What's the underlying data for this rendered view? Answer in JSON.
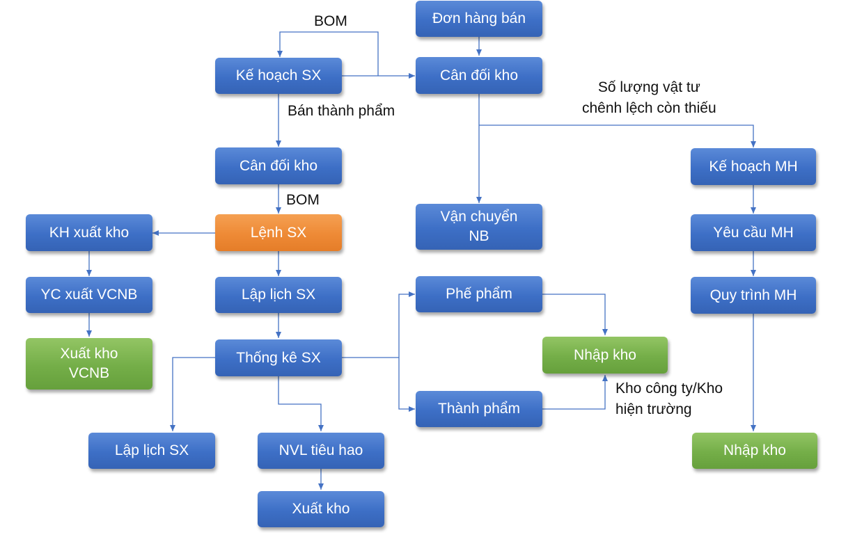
{
  "nodes": {
    "don_hang_ban": "Đơn hàng bán",
    "ke_hoach_sx": "Kế hoạch SX",
    "can_doi_kho_top": "Cân đối kho",
    "can_doi_kho_left": "Cân đối kho",
    "lenh_sx": "Lệnh SX",
    "kh_xuat_kho": "KH xuất kho",
    "yc_xuat_vcnb": "YC xuất VCNB",
    "xuat_kho_vcnb": "Xuất kho\nVCNB",
    "lap_lich_sx_center": "Lập lịch SX",
    "thong_ke_sx": "Thống kê SX",
    "lap_lich_sx_bottom": "Lập lịch SX",
    "nvl_tieu_hao": "NVL tiêu hao",
    "xuat_kho": "Xuất kho",
    "van_chuyen_nb": "Vận chuyển\nNB",
    "phe_pham": "Phế phẩm",
    "thanh_pham": "Thành phẩm",
    "nhap_kho_center": "Nhập kho",
    "ke_hoach_mh": "Kế hoạch MH",
    "yeu_cau_mh": "Yêu cầu MH",
    "quy_trinh_mh": "Quy trình MH",
    "nhap_kho_right": "Nhập kho"
  },
  "labels": {
    "bom_top": "BOM",
    "ban_thanh_pham": "Bán thành phẩm",
    "bom_mid": "BOM",
    "so_luong_vat_tu": "Số lượng vật tư\nchênh lệch còn thiếu",
    "kho_cong_ty": "Kho công ty/Kho\nhiện trường"
  },
  "colors": {
    "process": "#4472c4",
    "highlight": "#ed7d31",
    "terminal": "#70ad47",
    "connector": "#4472c4"
  }
}
